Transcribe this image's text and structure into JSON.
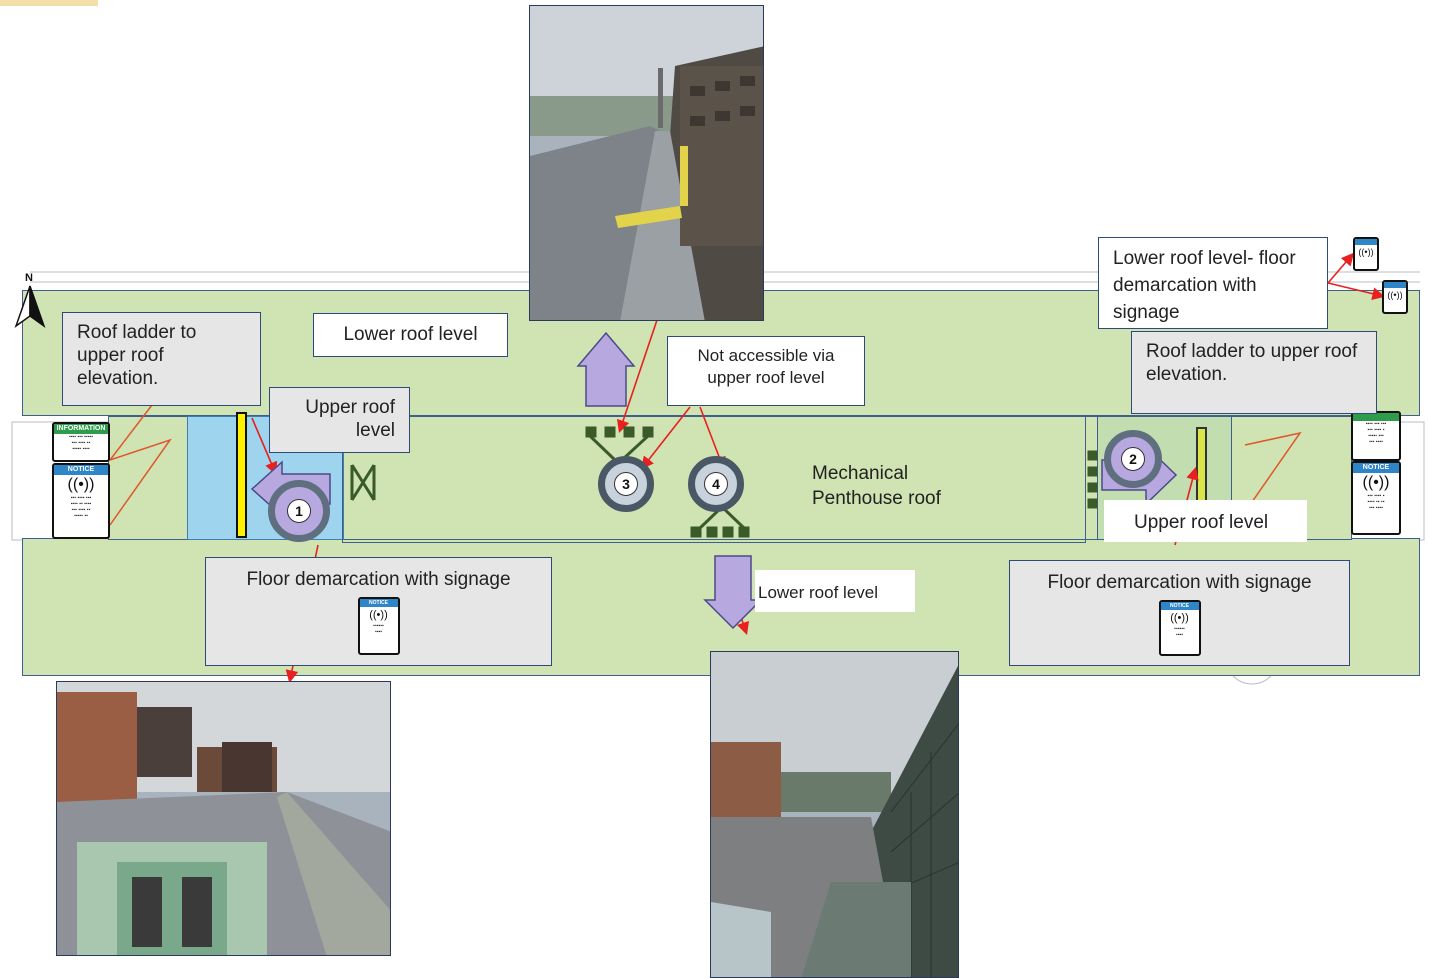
{
  "diagram": {
    "north_label": "N",
    "callouts": {
      "roof_ladder_left": "Roof ladder to upper roof elevation.",
      "lower_roof_top": "Lower roof level",
      "upper_roof_left": "Upper roof level",
      "not_accessible": "Not accessible via upper roof level",
      "lower_roof_demarcation": "Lower roof level- floor demarcation with signage",
      "roof_ladder_right": "Roof ladder to upper roof elevation.",
      "mechanical_penthouse": "Mechanical Penthouse roof",
      "upper_roof_right": "Upper roof level",
      "floor_demarcation_left": "Floor demarcation with signage",
      "lower_roof_bottom": "Lower roof level",
      "floor_demarcation_right": "Floor demarcation with signage"
    },
    "markers": [
      "1",
      "2",
      "3",
      "4"
    ],
    "signs": {
      "information": "INFORMATION",
      "notice": "NOTICE"
    },
    "colors": {
      "roof_fill": "#cfe3b3",
      "upper_blue": "#9fd4ee",
      "ladder_yellow": "#fff200",
      "arrow_purple": "#b7a8e0",
      "leader_red": "#e8201f",
      "outline_blue": "#3f5f8f"
    }
  }
}
